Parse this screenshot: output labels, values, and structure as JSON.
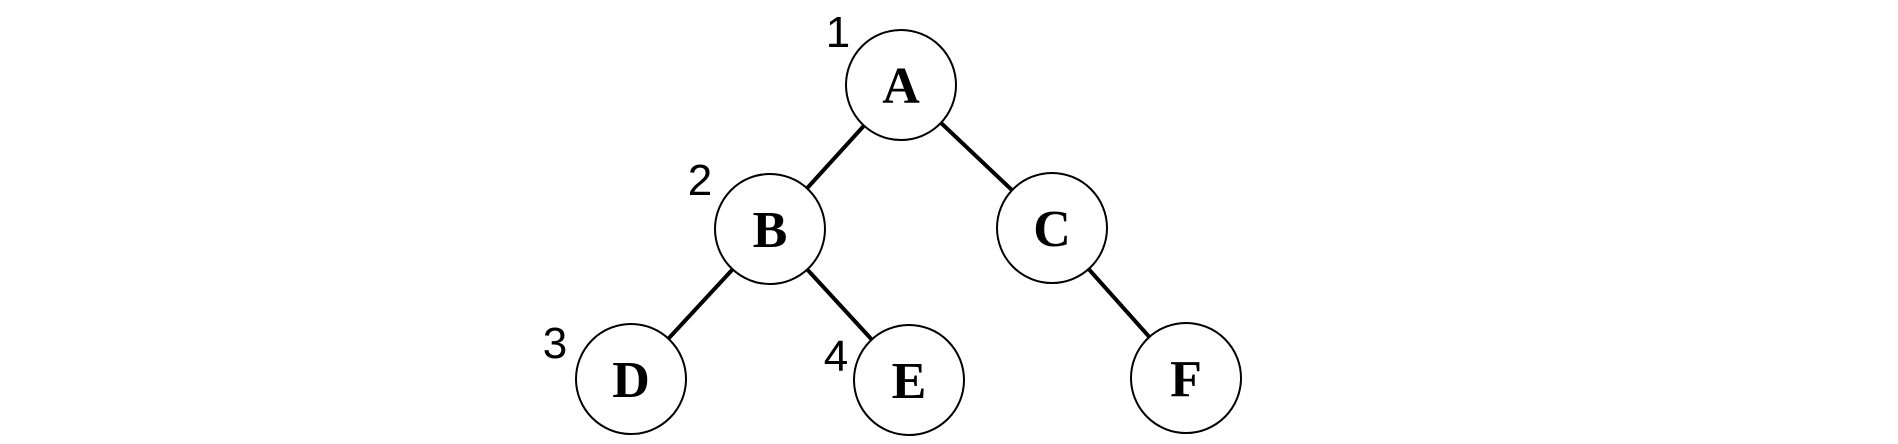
{
  "diagram": {
    "type": "binary-tree",
    "background_color": "#ffffff",
    "line_color": "#000000",
    "node_fill_color": "#ffffff",
    "nodes": {
      "a": {
        "label": "A"
      },
      "b": {
        "label": "B"
      },
      "c": {
        "label": "C"
      },
      "d": {
        "label": "D"
      },
      "e": {
        "label": "E"
      },
      "f": {
        "label": "F"
      }
    },
    "annotations": {
      "a": "1",
      "b": "2",
      "d": "3",
      "e": "4"
    },
    "edges": [
      "A-B",
      "A-C",
      "B-D",
      "B-E",
      "C-F"
    ]
  }
}
